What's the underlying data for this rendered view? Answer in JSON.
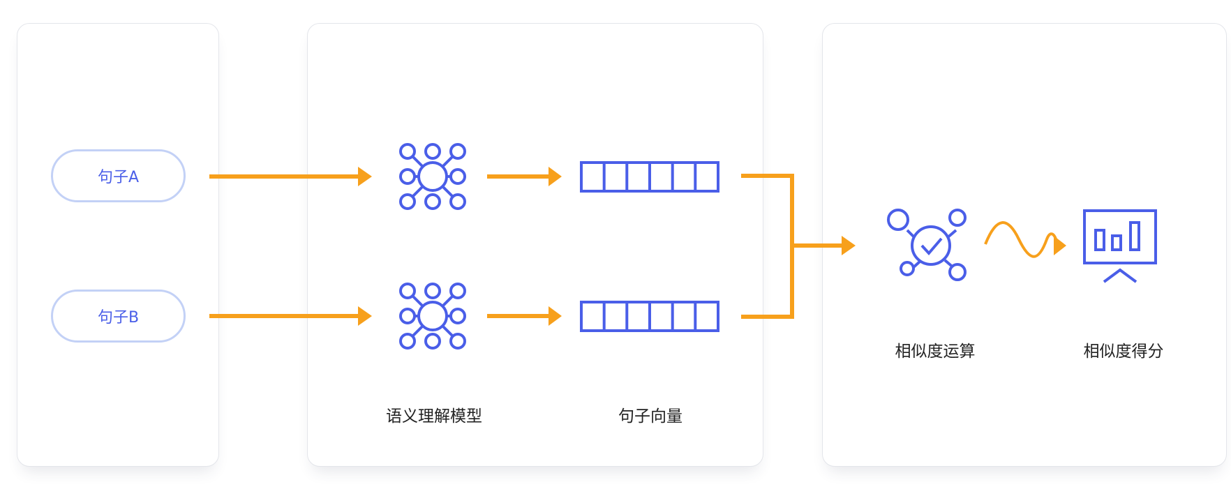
{
  "colors": {
    "accent_blue": "#4a5ee8",
    "arrow_orange": "#f7a01c",
    "pill_border": "#c3d1f6"
  },
  "inputs": {
    "sentence_a": "句子A",
    "sentence_b": "句子B"
  },
  "model": {
    "model_label": "语义理解模型",
    "vector_label": "句子向量",
    "model_icon": "neural-network-icon",
    "vector_icon": "vector-cells-icon"
  },
  "output": {
    "operation_label": "相似度运算",
    "score_label": "相似度得分",
    "operation_icon": "network-check-icon",
    "score_icon": "bar-chart-presentation-icon"
  }
}
